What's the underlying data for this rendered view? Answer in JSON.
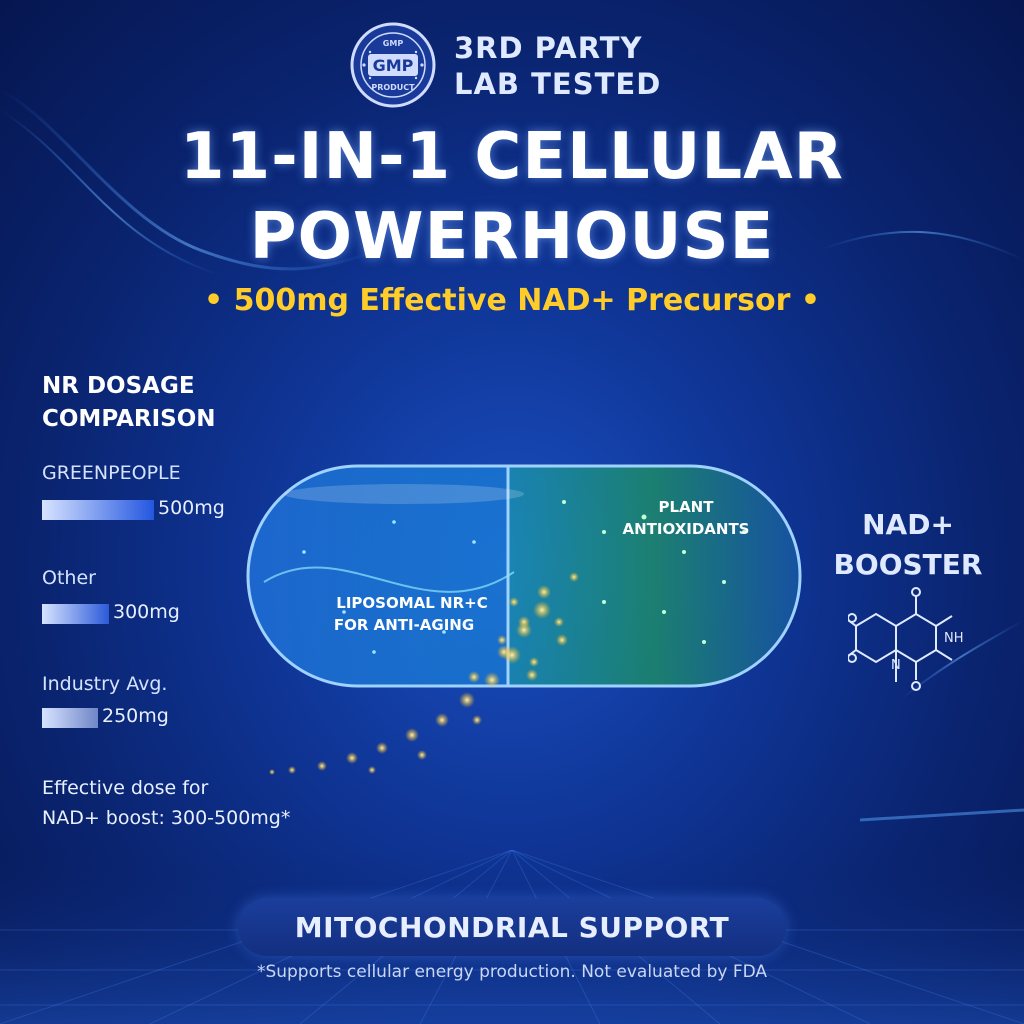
{
  "badge": {
    "top_text": "GMP",
    "center_text": "GMP",
    "bottom_text": "PRODUCT",
    "lines": [
      "3RD PARTY",
      "LAB TESTED"
    ]
  },
  "title": {
    "line1": "11-IN-1 CELLULAR",
    "line2": "POWERHOUSE"
  },
  "subtitle": "• 500mg Effective NAD+ Precursor •",
  "comparison": {
    "title_lines": [
      "NR DOSAGE",
      "COMPARISON"
    ],
    "items": [
      {
        "label": "GREENPEOPLE",
        "value": "500mg",
        "amount": 500,
        "color": "#2457e0"
      },
      {
        "label": "Other",
        "value": "300mg",
        "amount": 300,
        "color": "#2c5ad8"
      },
      {
        "label": "Industry Avg.",
        "value": "250mg",
        "amount": 250,
        "color": "#6f86c8"
      }
    ],
    "note_lines": [
      "Effective dose for",
      "NAD+ boost: 300-500mg*"
    ]
  },
  "capsule": {
    "left_lines": [
      "LIPOSOMAL NR+C",
      "FOR ANTI-AGING"
    ],
    "right_lines": [
      "PLANT",
      "ANTIOXIDANTS"
    ]
  },
  "booster": {
    "lines": [
      "NAD+",
      "BOOSTER"
    ],
    "nh_label": "NH",
    "n_label": "N"
  },
  "banner": "MITOCHONDRIAL SUPPORT",
  "disclaimer": "*Supports cellular energy production. Not evaluated by FDA",
  "colors": {
    "accent_gold": "#ffcc2a",
    "background": "#0a2470"
  }
}
